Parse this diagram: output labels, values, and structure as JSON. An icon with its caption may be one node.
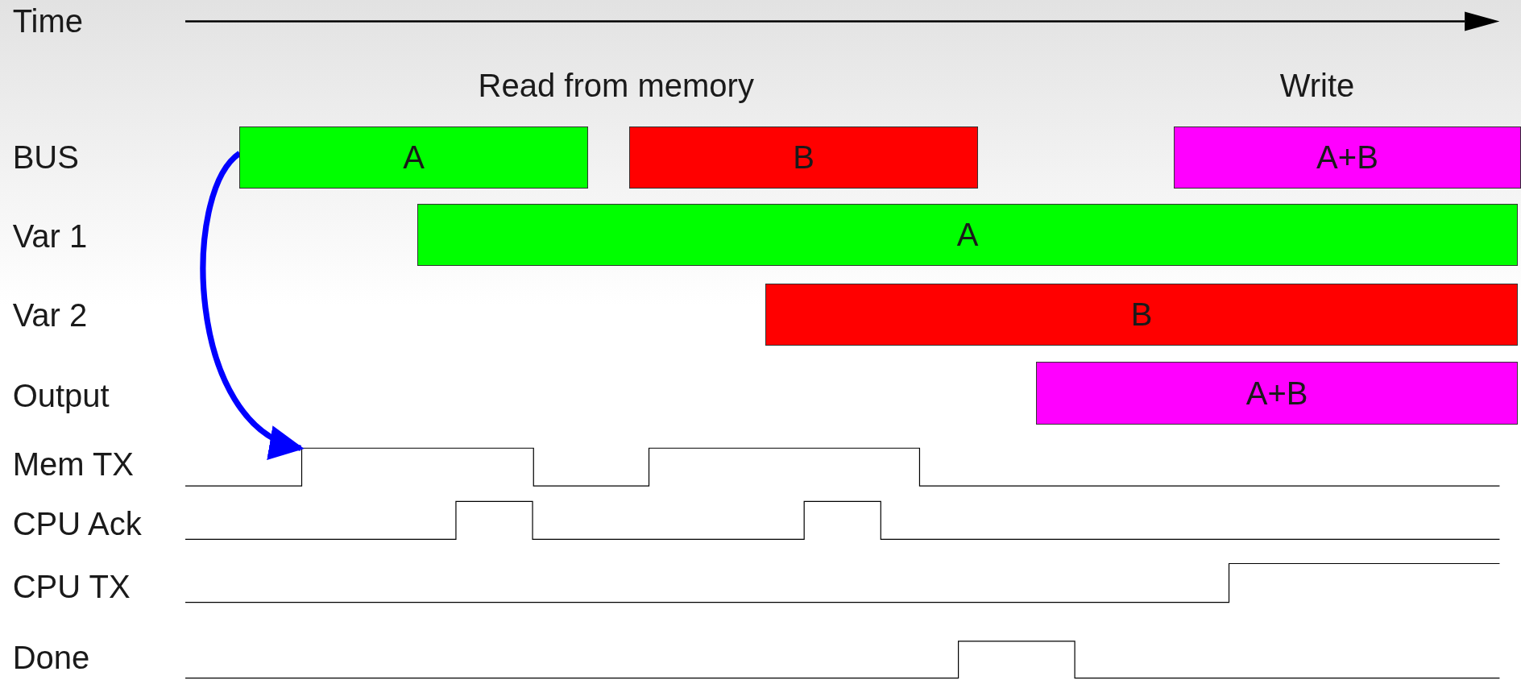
{
  "diagram": {
    "nodes": [
      {
        "text": [
          "A"
        ]
      },
      {
        "text": [
          "B"
        ]
      },
      {
        "text": [
          "A+B"
        ]
      },
      {
        "text": [
          "A"
        ]
      },
      {
        "text": [
          "B"
        ]
      },
      {
        "text": [
          "A+B"
        ]
      },
      {
        "text": [],
        "shape": "line"
      }
    ],
    "edges": [
      {
        "from": 0,
        "to": 6,
        "arrow": "to",
        "color": "#0000ff"
      }
    ],
    "labels": [
      "Time",
      "Read from memory",
      "Write",
      "BUS",
      "Var 1",
      "Var 2",
      "Output",
      "Mem TX",
      "CPU Ack",
      "CPU TX",
      "Done"
    ]
  }
}
